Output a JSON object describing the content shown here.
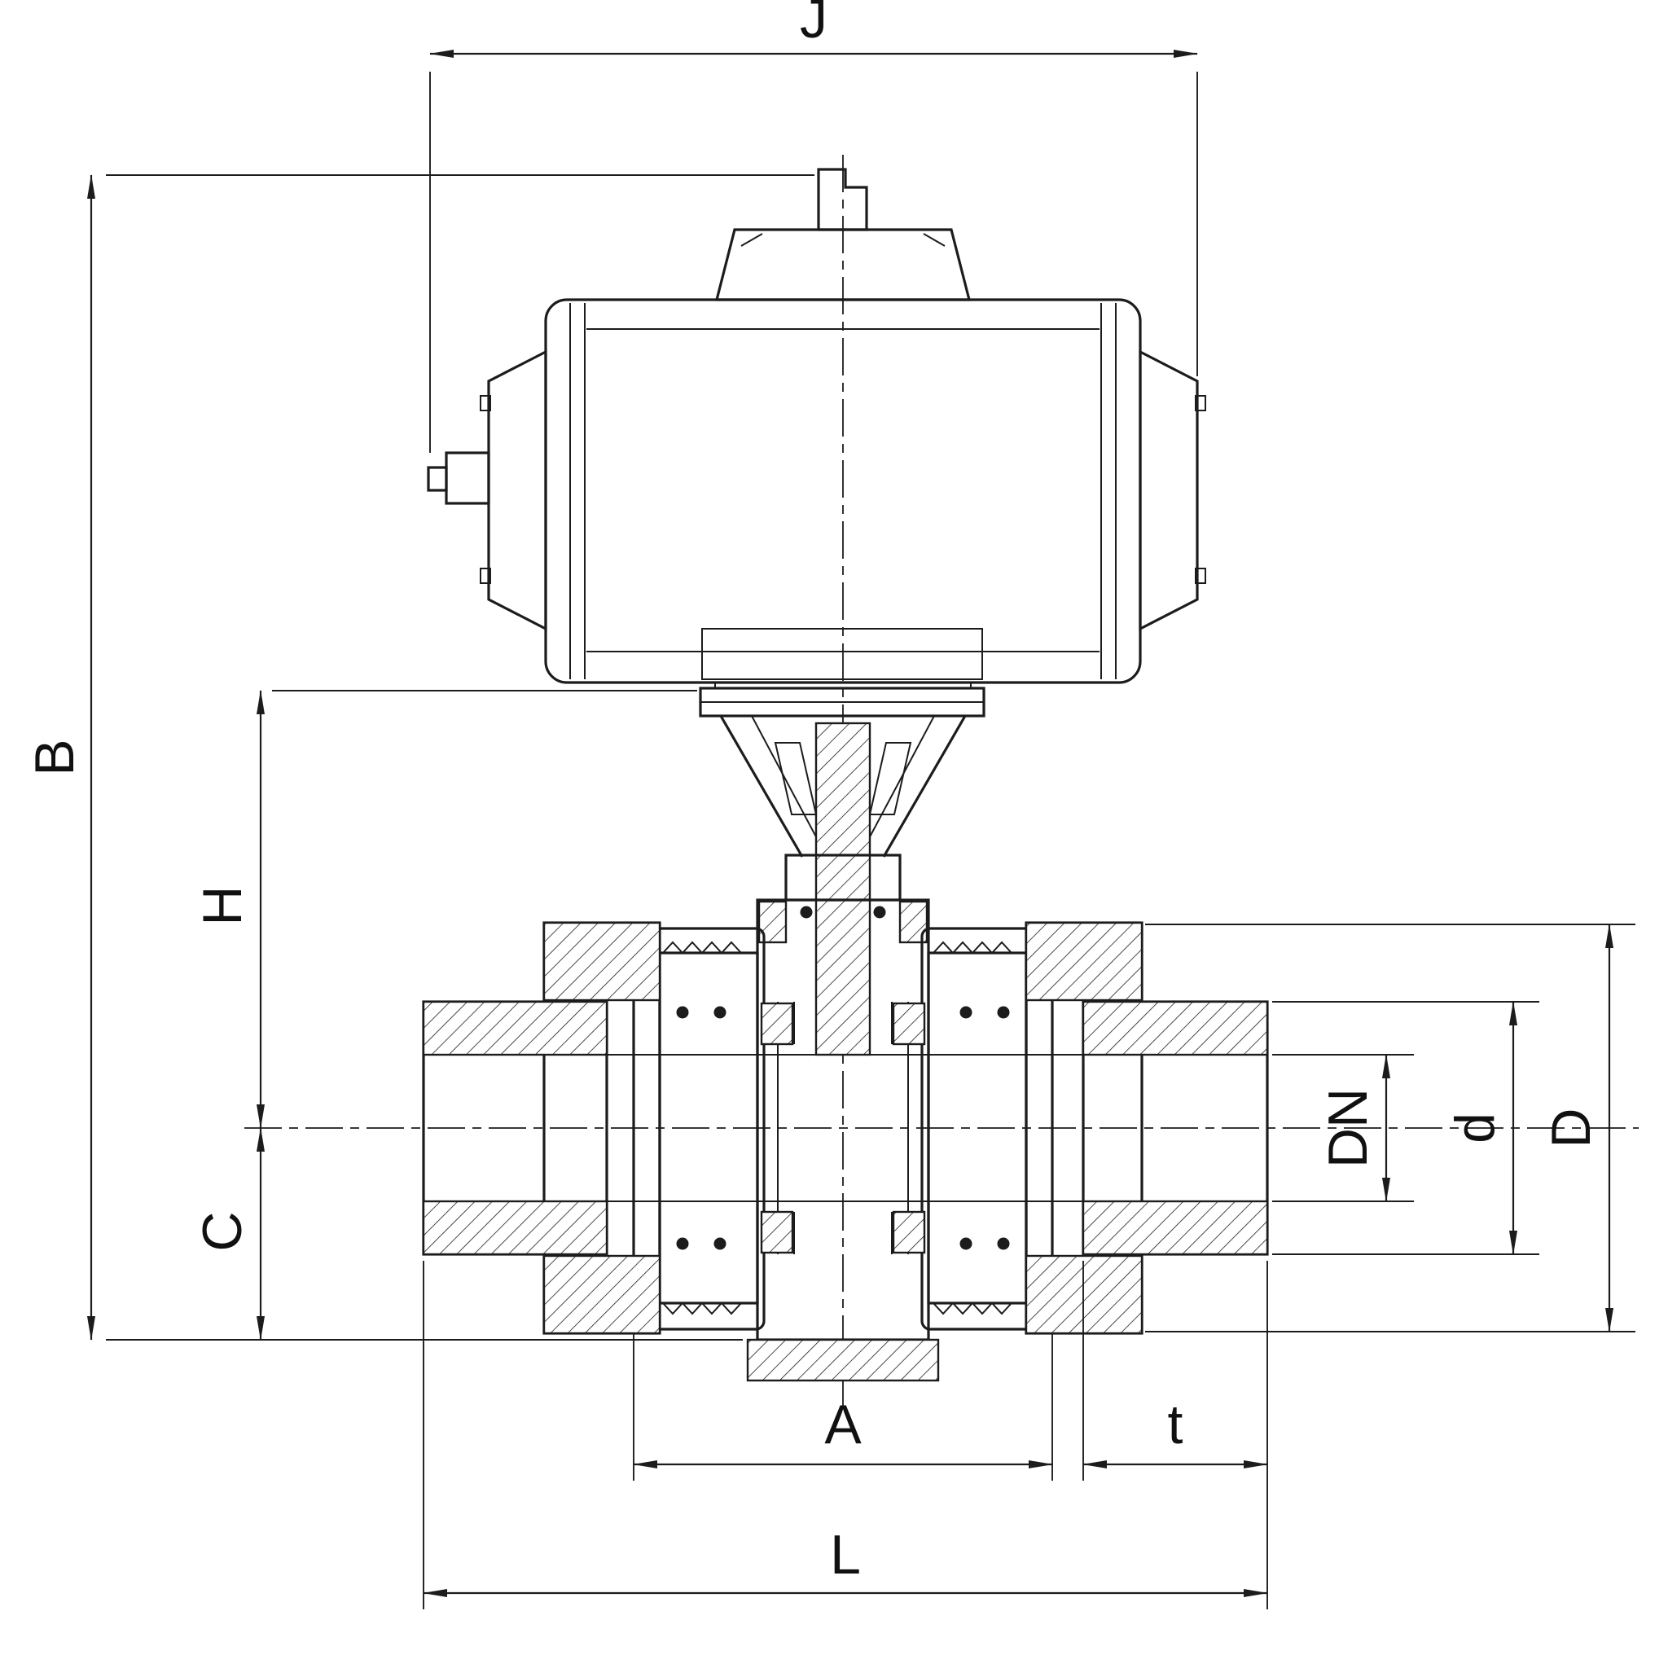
{
  "drawing": {
    "background": "#ffffff",
    "line_color": "#1c1c1c",
    "dimension_labels": {
      "J": "J",
      "B": "B",
      "H": "H",
      "C": "C",
      "A": "A",
      "t": "t",
      "L": "L",
      "DN": "DN",
      "d": "d",
      "D": "D"
    }
  }
}
